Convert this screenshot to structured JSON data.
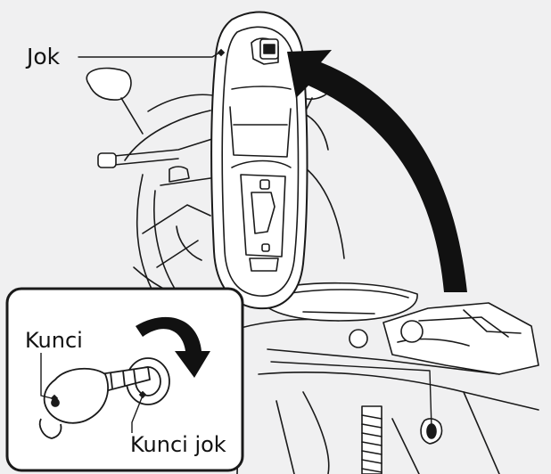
{
  "labels": {
    "seat": "Jok",
    "key": "Kunci",
    "seat_lock": "Kunci jok"
  },
  "colors": {
    "background": "#f0f0f1",
    "line": "#1a1a1a",
    "arrow": "#111111",
    "fill_white": "#ffffff"
  }
}
